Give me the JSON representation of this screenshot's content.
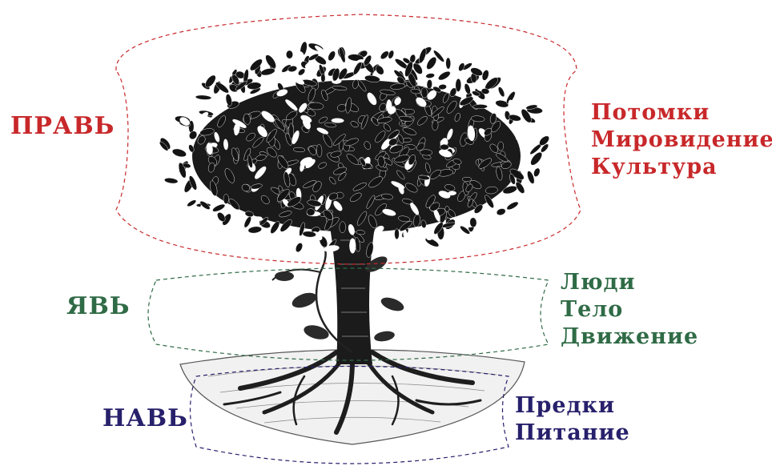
{
  "colors": {
    "prav": "#c8282a",
    "yav": "#2f6b46",
    "nav": "#27206b",
    "tree": "#141414"
  },
  "prav": {
    "name": "ПРАВЬ",
    "items": [
      "Потомки",
      "Мировидение",
      "Культура"
    ]
  },
  "yav": {
    "name": "ЯВЬ",
    "items": [
      "Люди",
      "Тело",
      "Движение"
    ]
  },
  "nav": {
    "name": "НАВЬ",
    "items": [
      "Предки",
      "Питание"
    ]
  }
}
